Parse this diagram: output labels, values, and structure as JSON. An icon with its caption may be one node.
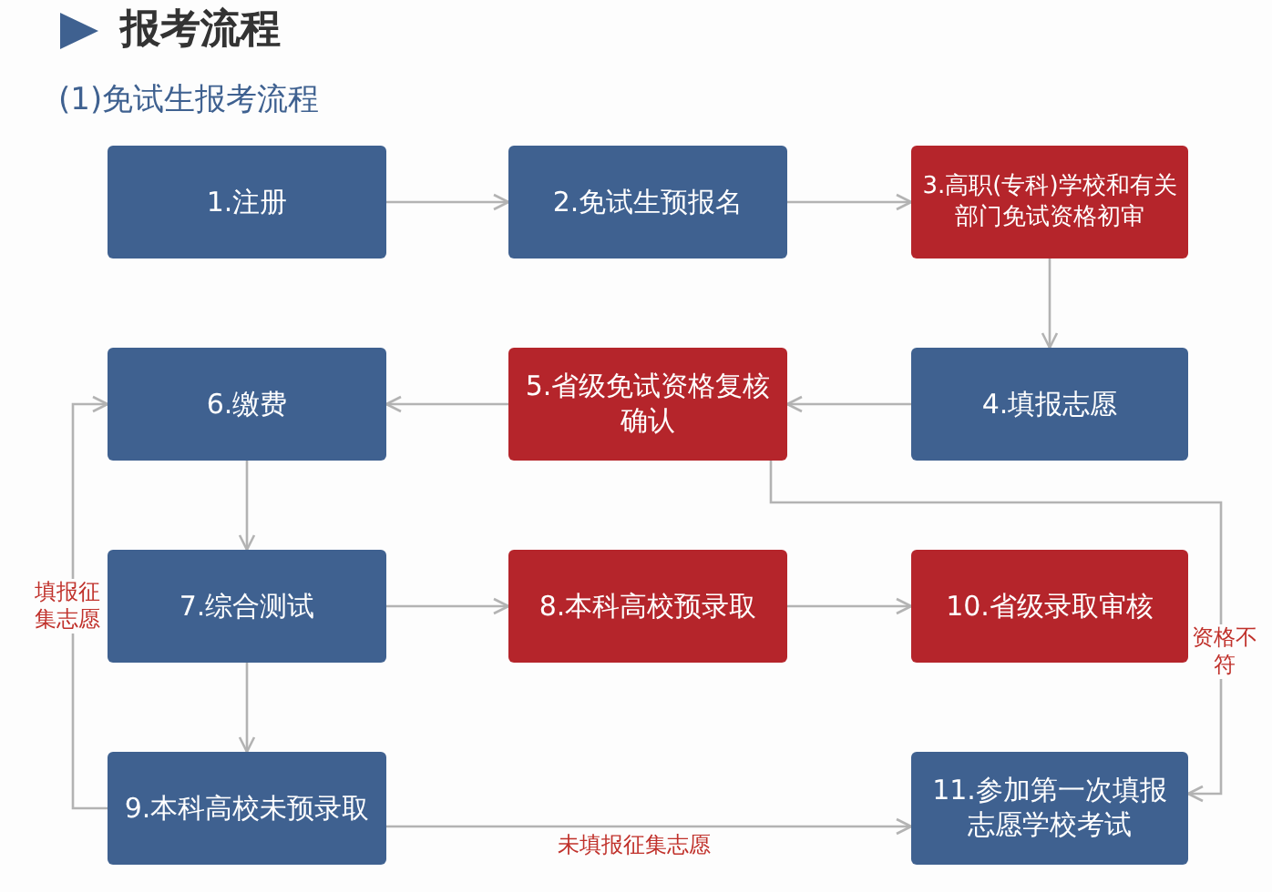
{
  "diagram": {
    "title": "报考流程",
    "caption": "(1)免试生报考流程",
    "nodes": [
      {
        "text": [
          "1.注册"
        ]
      },
      {
        "text": [
          "2.免试生预报名"
        ]
      },
      {
        "text": [
          "3.高职(专科)学校和有关部门免试资格初审"
        ]
      },
      {
        "text": [
          "4.填报志愿"
        ]
      },
      {
        "text": [
          "5.省级免试资格复核确认"
        ]
      },
      {
        "text": [
          "6.缴费"
        ]
      },
      {
        "text": [
          "7.综合测试"
        ]
      },
      {
        "text": [
          "8.本科高校预录取"
        ]
      },
      {
        "text": [
          "9.本科高校未预录取"
        ]
      },
      {
        "text": [
          "10.省级录取审核"
        ]
      },
      {
        "text": [
          "11.参加第一次填报志愿学校考试"
        ]
      }
    ],
    "edges": [
      {
        "from": 0,
        "to": 1,
        "arrow": "to"
      },
      {
        "from": 1,
        "to": 2,
        "arrow": "to"
      },
      {
        "from": 2,
        "to": 3,
        "arrow": "to"
      },
      {
        "from": 3,
        "to": 4,
        "arrow": "to"
      },
      {
        "from": 4,
        "to": 5,
        "arrow": "to"
      },
      {
        "from": 5,
        "to": 6,
        "arrow": "to"
      },
      {
        "from": 6,
        "to": 7,
        "arrow": "to"
      },
      {
        "from": 7,
        "to": 9,
        "arrow": "to"
      },
      {
        "from": 6,
        "to": 8,
        "arrow": "to"
      },
      {
        "from": 8,
        "to": 5,
        "arrow": "to",
        "label": "填报征集志愿"
      },
      {
        "from": 8,
        "to": 10,
        "arrow": "to",
        "label": "未填报征集志愿"
      },
      {
        "from": 4,
        "to": 10,
        "arrow": "to",
        "label": "资格不符"
      }
    ]
  }
}
